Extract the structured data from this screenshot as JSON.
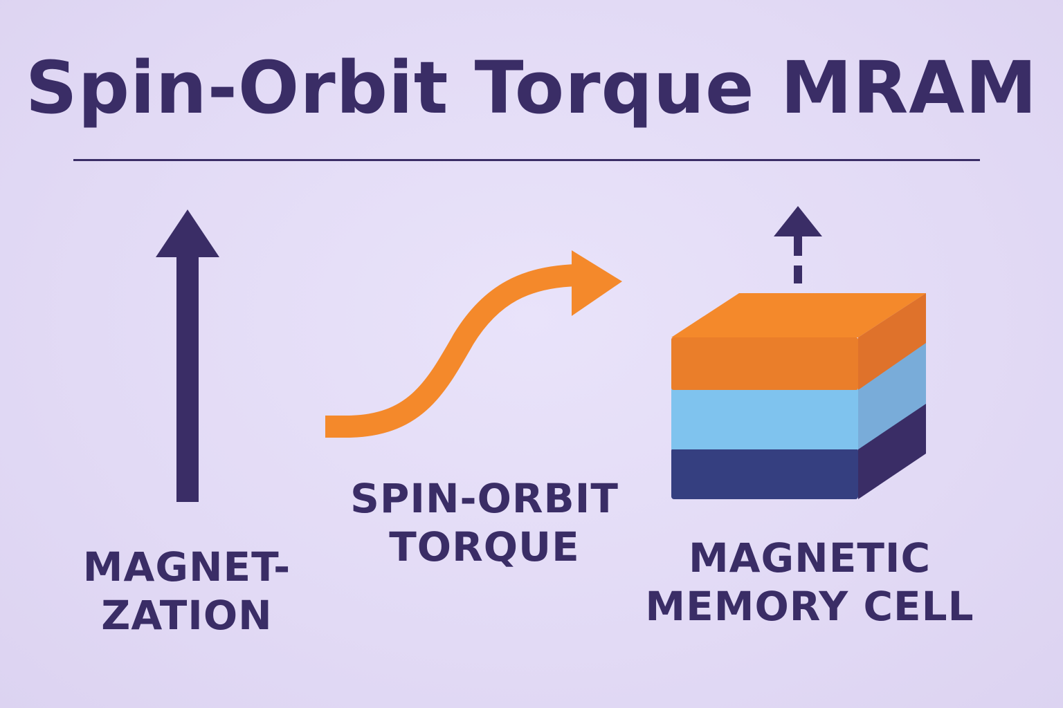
{
  "title": "Spin-Orbit Torque MRAM",
  "labels": {
    "magnetization": "MAGNET-\nZATION",
    "spin_orbit_torque": "SPIN-ORBIT\nTORQUE",
    "memory_cell": "MAGNETIC\nMEMORY CELL"
  },
  "colors": {
    "background": "#e4ddf6",
    "ink": "#3a2d66",
    "orange": "#f4892b",
    "light_blue": "#7fc3ee",
    "dark_blue": "#353f80"
  },
  "icons": {
    "magnetization_arrow": "up-arrow-icon",
    "torque_arrow": "curved-arrow-icon",
    "cell_dashed_arrow": "dashed-up-arrow-icon",
    "memory_cell": "layered-cube-icon"
  }
}
